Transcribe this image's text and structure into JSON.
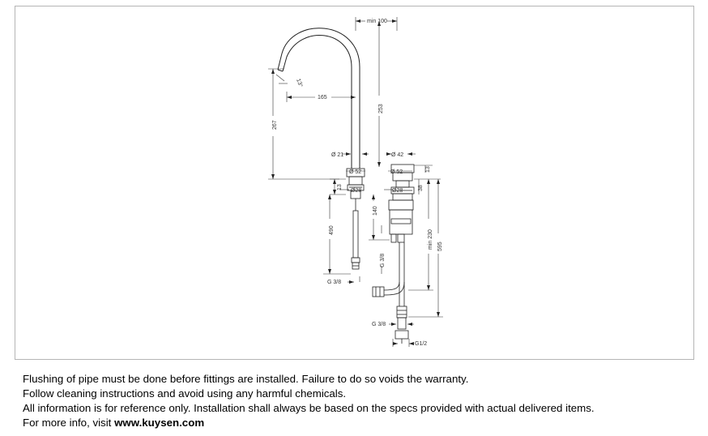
{
  "drawing": {
    "dimensions": {
      "min_100": "min  100",
      "dim_165": "165",
      "dim_267": "267",
      "dim_253": "253",
      "angle_13": "13°",
      "dia_21": "Ø 21",
      "dia_42": "Ø 42",
      "dia_52_left": "Ø 52",
      "dia_52_right": "Ø 52",
      "dim_13_left": "13",
      "dim_13_right": "13",
      "dia_28_left": "Ø28",
      "dia_28_right": "Ø28",
      "dim_38_right": "38",
      "dim_140": "140",
      "dim_490": "490",
      "min_230": "min 230",
      "dim_595": "595",
      "thread_g38_vertical": "G 3/8",
      "thread_g38_left": "G 3/8",
      "thread_g38_bottom": "G 3/8",
      "thread_g12": "G1/2"
    }
  },
  "notes": {
    "line1": "Flushing of pipe must be done before fittings are installed. Failure to do so voids the warranty.",
    "line2": "Follow cleaning instructions and avoid using any harmful chemicals.",
    "line3": "All information is for reference only. Installation shall always be based on the specs provided with actual delivered items.",
    "line4_prefix": "For more info, visit ",
    "line4_link": "www.kuysen.com"
  }
}
